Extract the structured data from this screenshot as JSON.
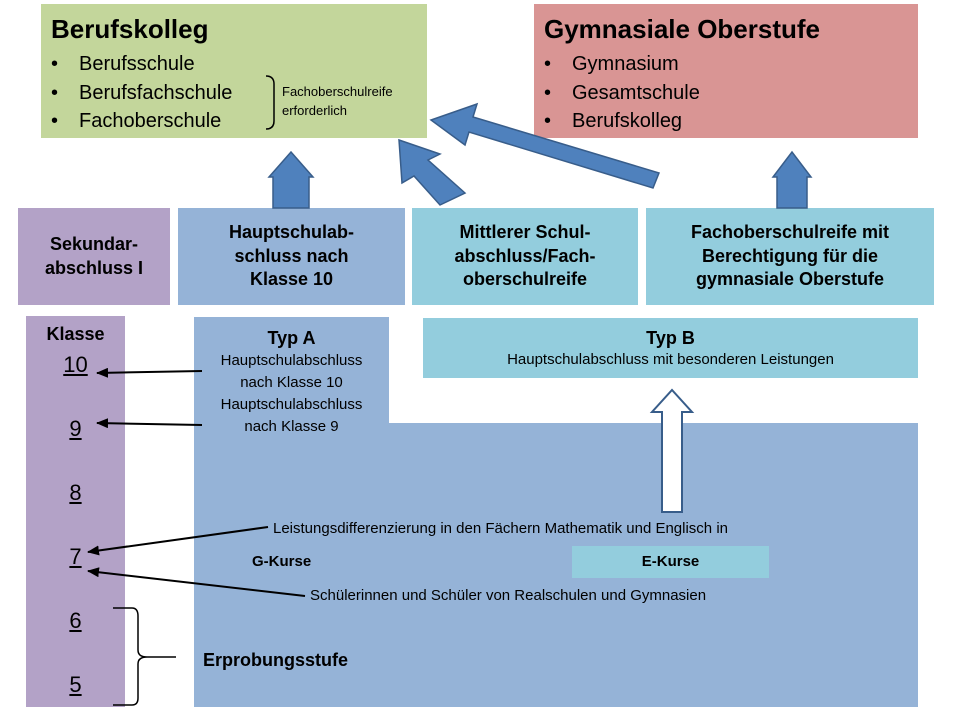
{
  "berufskolleg": {
    "title": "Berufskolleg",
    "items": [
      "Berufsschule",
      "Berufsfachschule",
      "Fachoberschule"
    ],
    "note_line1": "Fachoberschulreife",
    "note_line2": "erforderlich"
  },
  "gymnasiale": {
    "title": "Gymnasiale Oberstufe",
    "items": [
      "Gymnasium",
      "Gesamtschule",
      "Berufskolleg"
    ]
  },
  "abschluesse": [
    {
      "line1": "Sekundar-",
      "line2": "abschluss I"
    },
    {
      "line1": "Hauptschulab-",
      "line2": "schluss nach",
      "line3": "Klasse 10"
    },
    {
      "line1": "Mittlerer Schul-",
      "line2": "abschluss/Fach-",
      "line3": "oberschulreife"
    },
    {
      "line1": "Fachoberschulreife mit",
      "line2": "Berechtigung für die",
      "line3": "gymnasiale Oberstufe"
    }
  ],
  "klasse": {
    "label": "Klasse",
    "numbers": [
      "10",
      "9",
      "8",
      "7",
      "6",
      "5"
    ]
  },
  "typ_a": {
    "title": "Typ A",
    "line1": "Hauptschulabschluss",
    "line2": "nach Klasse 10",
    "line3": "Hauptschulabschluss",
    "line4": "nach Klasse 9"
  },
  "typ_b": {
    "title": "Typ B",
    "subtitle": "Hauptschulabschluss mit besonderen Leistungen"
  },
  "main": {
    "differenzierung": "Leistungsdifferenzierung in den Fächern Mathematik und Englisch in",
    "g_kurse": "G-Kurse",
    "e_kurse": "E-Kurse",
    "schueler": "Schülerinnen und Schüler von Realschulen und Gymnasien",
    "erprobungsstufe": "Erprobungsstufe"
  },
  "colors": {
    "green": "#c3d69b",
    "red": "#d99594",
    "purple": "#b3a2c7",
    "blue": "#95b3d7",
    "cyan": "#93cddd",
    "arrow_blue": "#4f81bd",
    "arrow_border": "#385d8a"
  }
}
